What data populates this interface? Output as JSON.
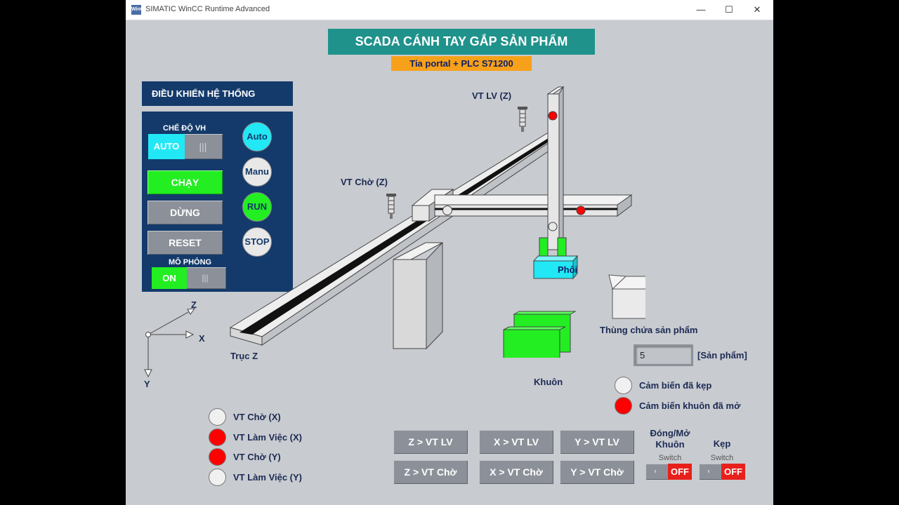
{
  "window": {
    "title": "SIMATIC WinCC Runtime Advanced",
    "minimize": "—",
    "maximize": "☐",
    "close": "✕"
  },
  "header": {
    "title": "SCADA CÁNH TAY GẮP SẢN PHẨM",
    "subtitle": "Tia portal + PLC S71200"
  },
  "control": {
    "title": "ĐIỀU KHIỂN HỆ THỐNG",
    "mode_label": "CHẾ ĐỘ VH",
    "mode_value": "AUTO",
    "mode_grip": "|||",
    "run_button": "CHẠY",
    "stop_button": "DỪNG",
    "reset_button": "RESET",
    "sim_label": "MÔ PHỎNG",
    "sim_value": "ON",
    "sim_grip": "|||",
    "lamps": [
      "Auto",
      "Manu",
      "RUN",
      "STOP"
    ]
  },
  "axes": {
    "z": "Z",
    "x": "X",
    "y": "Y"
  },
  "scene": {
    "sensor_lv_label": "VT LV (Z)",
    "sensor_cho_label": "VT Chờ (Z)",
    "axis_z_label": "Trục Z",
    "workpiece_label": "Phôi",
    "mold_label": "Khuôn",
    "bin_label": "Thùng chứa sản phẩm"
  },
  "counter": {
    "value": "5",
    "unit": "[Sản phẩm]"
  },
  "sensors": [
    {
      "label": "Cảm biến đã kẹp",
      "color": "#f0f0f0"
    },
    {
      "label": "Cảm biến khuôn đã mở",
      "color": "#ff0000"
    }
  ],
  "positions": [
    {
      "label": "VT Chờ (X)",
      "color": "#f0f0f0"
    },
    {
      "label": "VT Làm Việc (X)",
      "color": "#ff0000"
    },
    {
      "label": "VT Chờ (Y)",
      "color": "#ff0000"
    },
    {
      "label": "VT Làm Việc (Y)",
      "color": "#f0f0f0"
    }
  ],
  "commands": {
    "z_lv": "Z > VT LV",
    "x_lv": "X > VT LV",
    "y_lv": "Y > VT LV",
    "z_cho": "Z > VT Chờ",
    "x_cho": "X > VT Chờ",
    "y_cho": "Y > VT Chờ"
  },
  "switches": {
    "mold": {
      "title": "Đóng/Mở Khuôn",
      "caption": "Switch",
      "state": "OFF"
    },
    "clamp": {
      "title": "Kẹp",
      "caption": "Switch",
      "state": "OFF"
    }
  },
  "colors": {
    "accent_green": "#22ee22",
    "accent_cyan": "#22e8f5",
    "panel_blue": "#143a6b",
    "title_teal": "#20928c",
    "sub_orange": "#f7a11a"
  }
}
